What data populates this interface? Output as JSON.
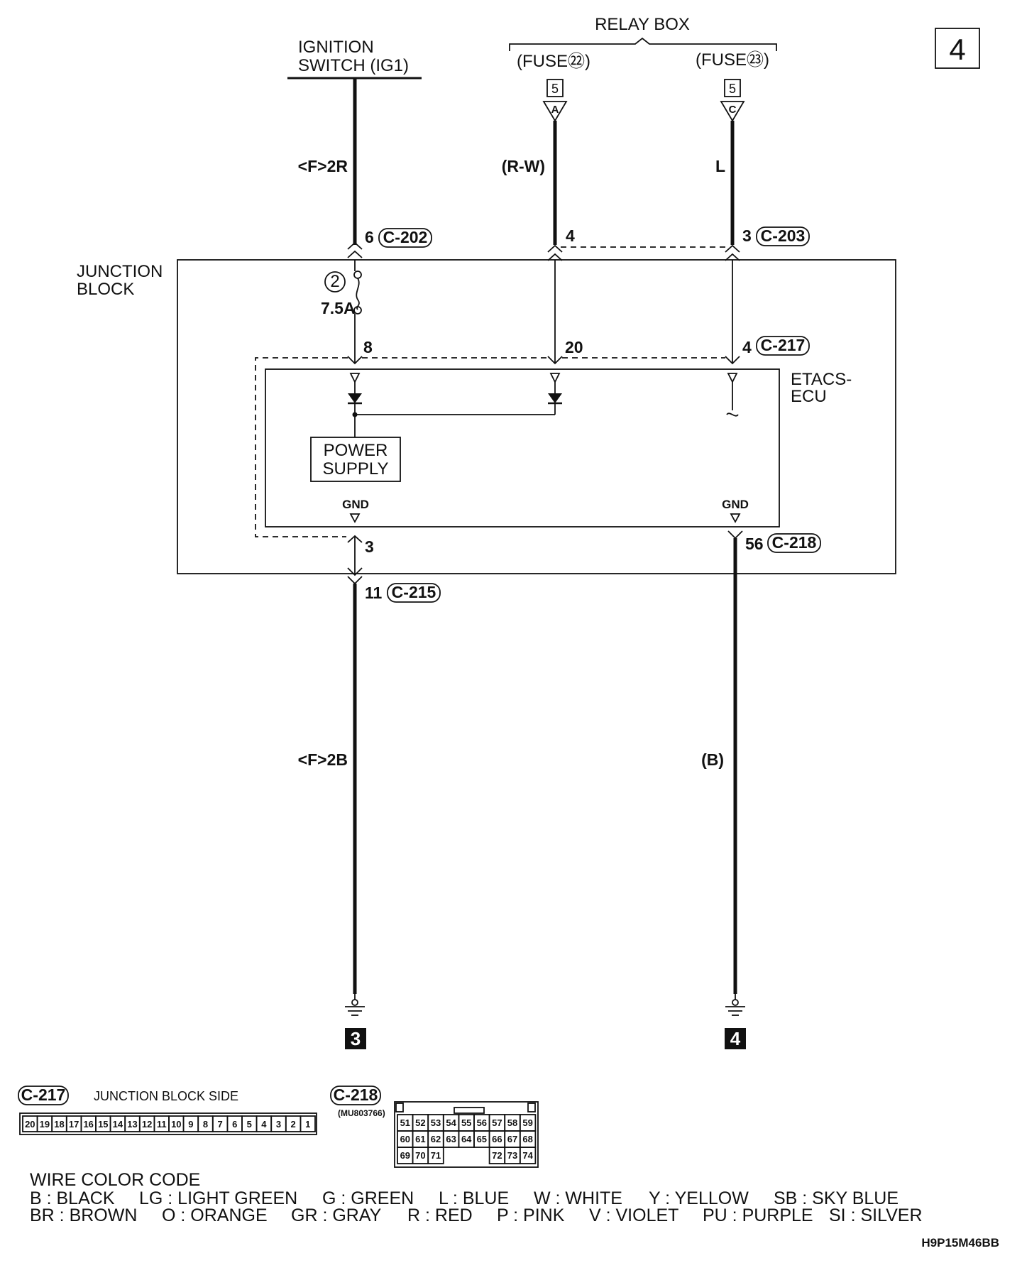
{
  "page_number": "4",
  "relay_box": {
    "title": "RELAY BOX",
    "fuse_left": "(FUSE㉒)",
    "fuse_right": "(FUSE㉓)",
    "connector_num": "5",
    "terminal_left": "A",
    "terminal_right": "C"
  },
  "ignition_switch": {
    "line1": "IGNITION",
    "line2": "SWITCH (IG1)"
  },
  "wires": {
    "ig_color": "<F>2R",
    "fuse22_color": "(R-W)",
    "fuse23_color": "L",
    "ground_left_color": "<F>2B",
    "ground_right_color": "(B)"
  },
  "connectors": {
    "c202_pin": "6",
    "c202": "C-202",
    "c203_pin_left": "4",
    "c203_pin_right": "3",
    "c203": "C-203",
    "c217_pin_left": "8",
    "c217_pin_mid": "20",
    "c217_pin_right": "4",
    "c217": "C-217",
    "c218_pin": "56",
    "c218": "C-218",
    "jb_out_pin": "3",
    "c215_pin": "11",
    "c215": "C-215"
  },
  "junction_block": {
    "line1": "JUNCTION",
    "line2": "BLOCK"
  },
  "fuse": {
    "number": "2",
    "rating": "7.5A"
  },
  "ecu": {
    "line1": "ETACS-",
    "line2": "ECU",
    "power_line1": "POWER",
    "power_line2": "SUPPLY",
    "gnd_left": "GND",
    "gnd_right": "GND"
  },
  "ground_points": {
    "left": "3",
    "right": "4"
  },
  "connector_views": {
    "c217_label": "C-217",
    "c217_side": "JUNCTION BLOCK SIDE",
    "c217_pins": [
      "20",
      "19",
      "18",
      "17",
      "16",
      "15",
      "14",
      "13",
      "12",
      "11",
      "10",
      "9",
      "8",
      "7",
      "6",
      "5",
      "4",
      "3",
      "2",
      "1"
    ],
    "c218_label": "C-218",
    "c218_part": "(MU803766)",
    "c218_row1": [
      "51",
      "52",
      "53",
      "54",
      "55",
      "56",
      "57",
      "58",
      "59"
    ],
    "c218_row2": [
      "60",
      "61",
      "62",
      "63",
      "64",
      "65",
      "66",
      "67",
      "68"
    ],
    "c218_row3": [
      "69",
      "70",
      "71",
      "",
      "",
      "",
      "72",
      "73",
      "74"
    ]
  },
  "wire_color_code": {
    "title": "WIRE COLOR CODE",
    "row1": [
      "B : BLACK",
      "LG : LIGHT GREEN",
      "G : GREEN",
      "L : BLUE",
      "W : WHITE",
      "Y : YELLOW",
      "SB : SKY BLUE"
    ],
    "row2": [
      "BR : BROWN",
      "O : ORANGE",
      "GR : GRAY",
      "R : RED",
      "P : PINK",
      "V : VIOLET",
      "PU : PURPLE",
      "SI : SILVER"
    ]
  },
  "figure_code": "H9P15M46BB"
}
